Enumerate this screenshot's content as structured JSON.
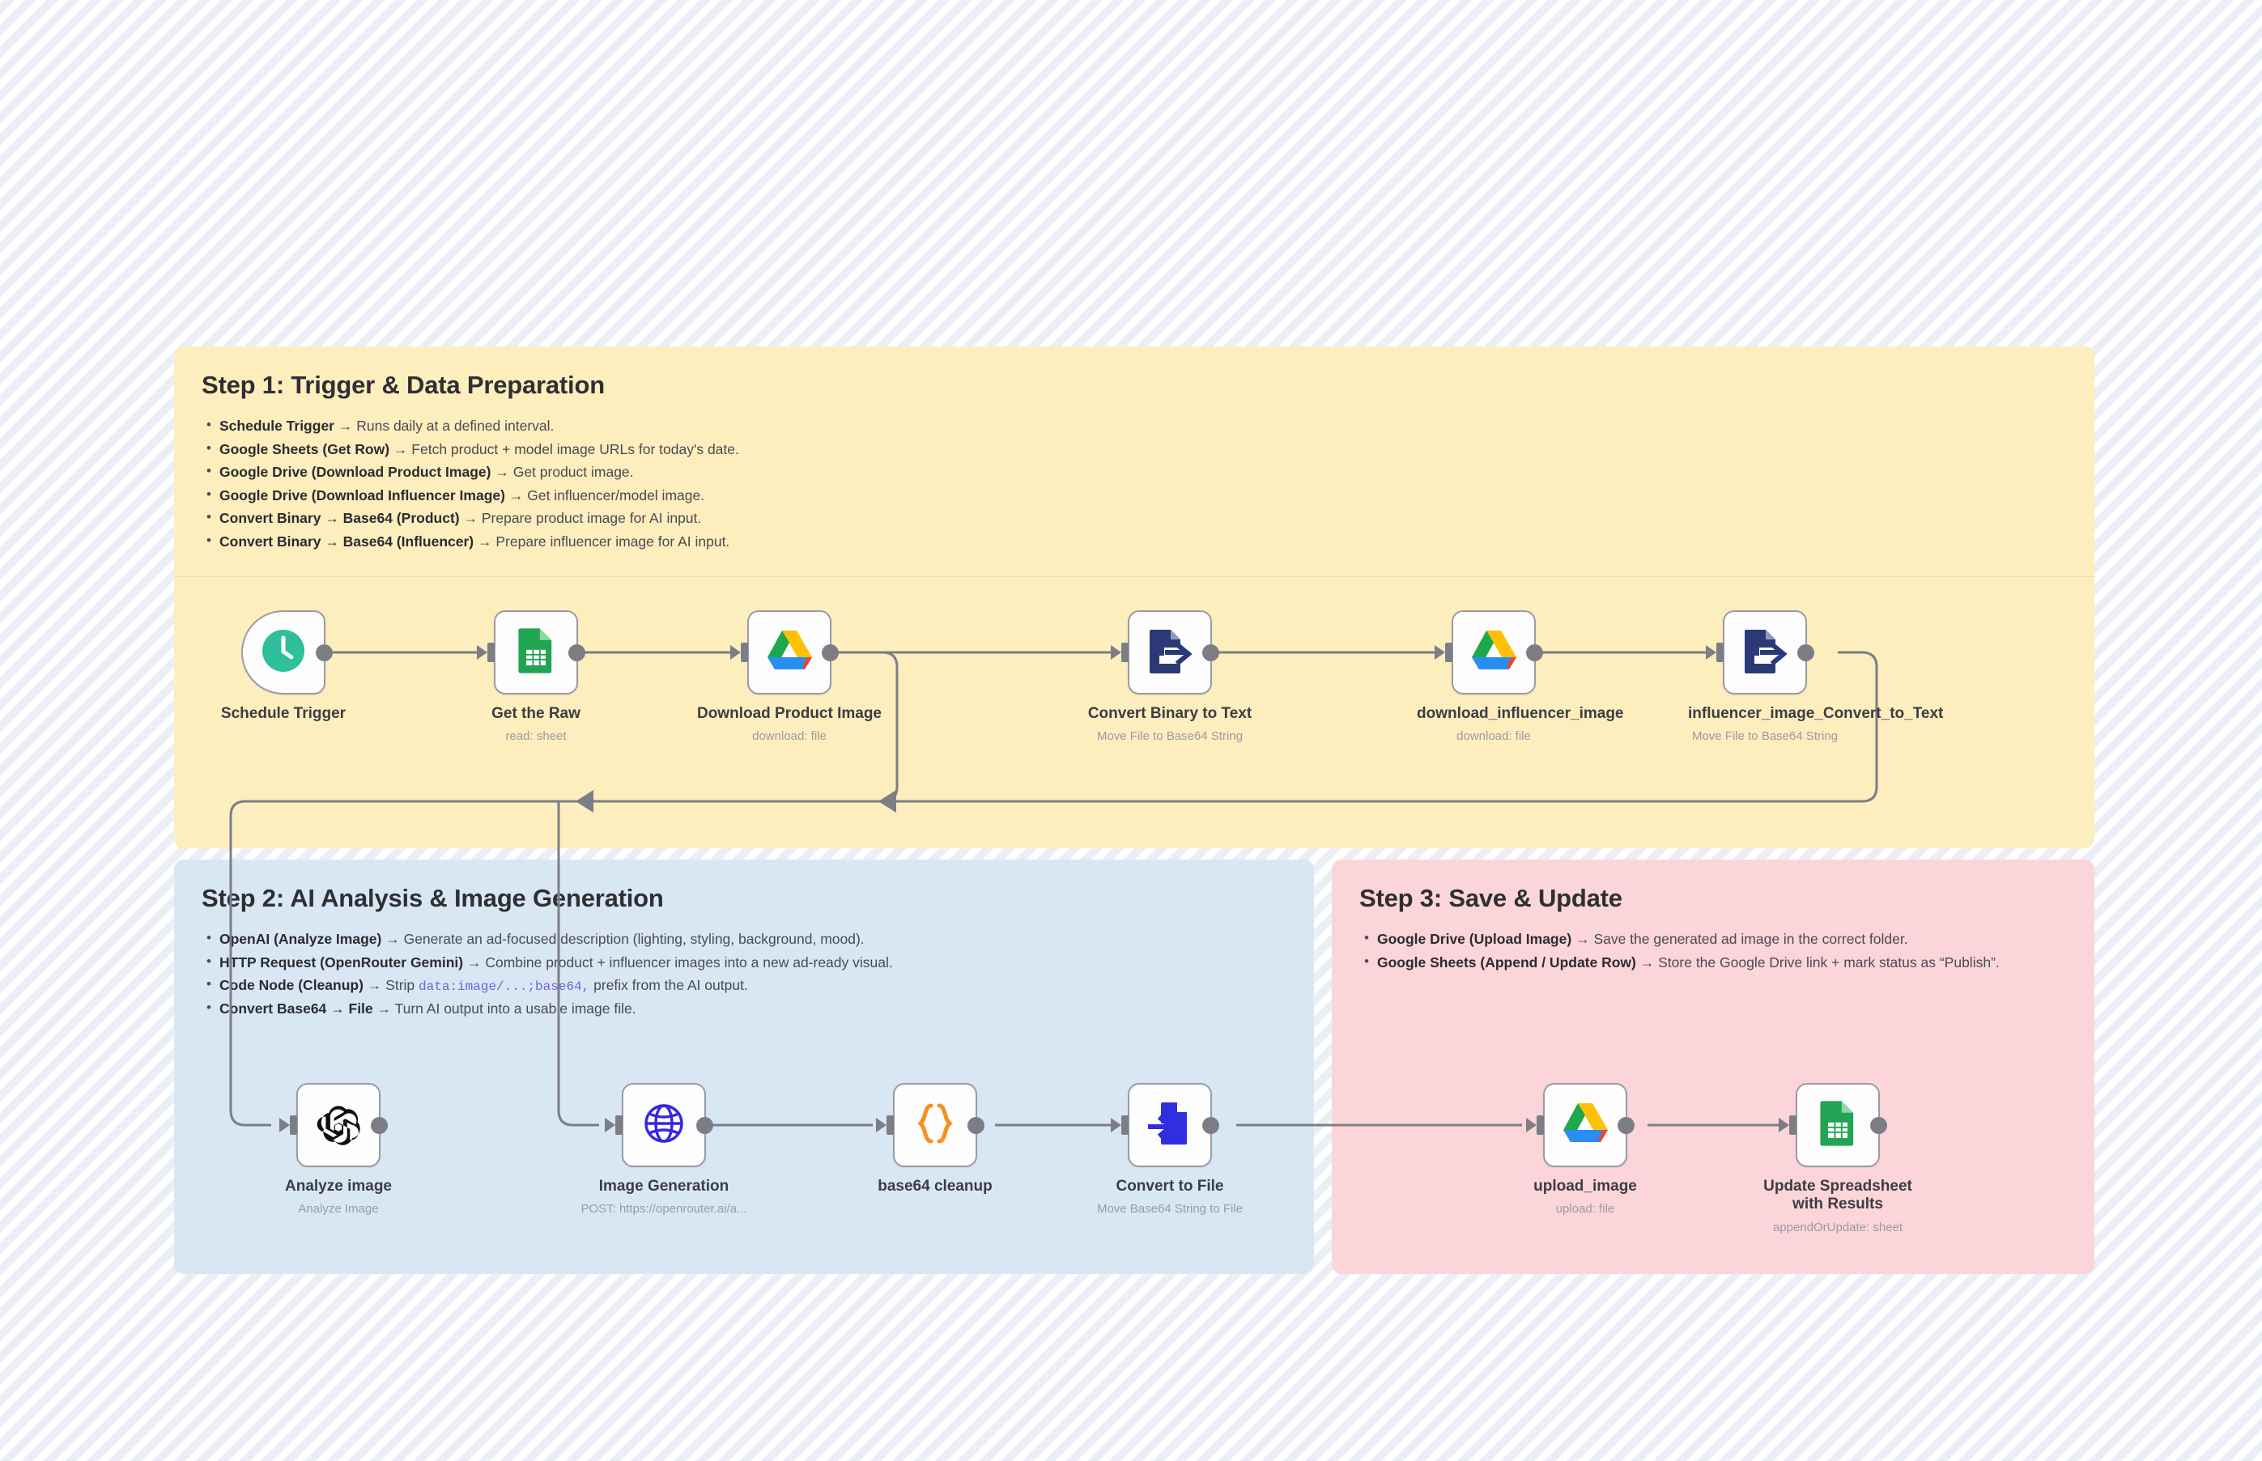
{
  "steps": [
    {
      "id": "step1",
      "title": "Step 1: Trigger & Data Preparation",
      "accent": "#fdeebe",
      "bullets": [
        {
          "term": "Schedule Trigger",
          "arrow": "→",
          "desc": "Runs daily at a defined interval."
        },
        {
          "term": "Google Sheets (Get Row)",
          "arrow": "→",
          "desc": "Fetch product + model image URLs for today's date."
        },
        {
          "term": "Google Drive (Download Product Image)",
          "arrow": "→",
          "desc": "Get product image."
        },
        {
          "term": "Google Drive (Download Influencer Image)",
          "arrow": "→",
          "desc": "Get influencer/model image."
        },
        {
          "term": "Convert Binary → Base64 (Product)",
          "arrow": "→",
          "desc": "Prepare product image for AI input."
        },
        {
          "term": "Convert Binary → Base64 (Influencer)",
          "arrow": "→",
          "desc": "Prepare influencer image for AI input."
        }
      ]
    },
    {
      "id": "step2",
      "title": "Step 2: AI Analysis & Image Generation",
      "accent": "#d9e7f5",
      "bullets": [
        {
          "term": "OpenAI (Analyze Image)",
          "arrow": "→",
          "desc": "Generate an ad-focused description (lighting, styling, background, mood)."
        },
        {
          "term": "HTTP Request (OpenRouter Gemini)",
          "arrow": "→",
          "desc": "Combine product + influencer images into a new ad-ready visual."
        },
        {
          "term": "Code Node (Cleanup)",
          "arrow": "→",
          "desc_pre": "Strip",
          "code": "data:image/...;base64,",
          "desc_post": "prefix from the AI output."
        },
        {
          "term": "Convert Base64 → File",
          "arrow": "→",
          "desc": "Turn AI output into a usable image file."
        }
      ]
    },
    {
      "id": "step3",
      "title": "Step 3: Save & Update",
      "accent": "#fbd5da",
      "bullets": [
        {
          "term": "Google Drive (Upload Image)",
          "arrow": "→",
          "desc": "Save the generated ad image in the correct folder."
        },
        {
          "term": "Google Sheets (Append / Update Row)",
          "arrow": "→",
          "desc": "Store the Google Drive link + mark status as “Publish”."
        }
      ]
    }
  ],
  "nodes": {
    "schedule_trigger": {
      "label": "Schedule Trigger",
      "sub": "",
      "icon": "clock-icon"
    },
    "get_the_raw": {
      "label": "Get the Raw",
      "sub": "read: sheet",
      "icon": "google-sheets-icon"
    },
    "download_product_image": {
      "label": "Download Product Image",
      "sub": "download: file",
      "icon": "google-drive-icon"
    },
    "convert_binary_to_text": {
      "label": "Convert Binary to Text",
      "sub": "Move File to Base64 String",
      "icon": "file-export-icon"
    },
    "download_influencer_image": {
      "label": "download_influencer_image",
      "sub": "download: file",
      "icon": "google-drive-icon"
    },
    "influencer_image_convert_to_text": {
      "label": "influencer_image_Convert_to_Text",
      "sub": "Move File to Base64 String",
      "icon": "file-export-icon"
    },
    "analyze_image": {
      "label": "Analyze image",
      "sub": "Analyze Image",
      "icon": "openai-icon"
    },
    "image_generation": {
      "label": "Image Generation",
      "sub": "POST: https://openrouter.ai/a...",
      "icon": "globe-icon"
    },
    "base64_cleanup": {
      "label": "base64 cleanup",
      "sub": "",
      "icon": "code-braces-icon"
    },
    "convert_to_file": {
      "label": "Convert to File",
      "sub": "Move Base64 String to File",
      "icon": "file-import-icon"
    },
    "upload_image": {
      "label": "upload_image",
      "sub": "upload: file",
      "icon": "google-drive-icon"
    },
    "update_spreadsheet_with_results": {
      "label": "Update Spreadsheet with Results",
      "sub": "appendOrUpdate: sheet",
      "icon": "google-sheets-icon"
    }
  },
  "colors": {
    "background": "#ffffff",
    "stripe": "#eceef7",
    "step1_panel": "#fdeebe",
    "step2_panel": "#d9e7f5",
    "step3_panel": "#fbd5da",
    "wire": "#7d7d86",
    "node_border": "#9b9ba3",
    "trigger_bolt": "#ff5c3d",
    "clock_green": "#2fbf9a",
    "sheets_green": "#23a453",
    "code_orange": "#f5921e",
    "globe_blue": "#3826e0",
    "file_navy": "#2b3a77",
    "file_blue": "#2f2fe0",
    "code_text": "#6c63d8"
  },
  "trigger_bolt_glyph": "⚡"
}
